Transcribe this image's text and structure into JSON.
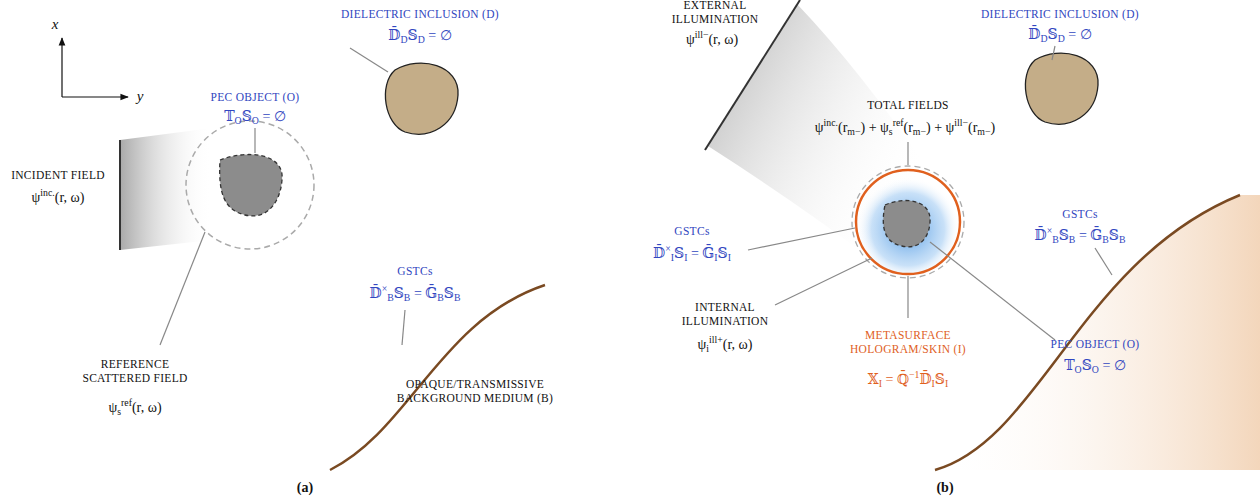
{
  "diagram": {
    "labels": [
      "x",
      "y",
      "DIELECTRIC INCLUSION (D)",
      "𝔻̄D𝕊D = ∅",
      "PEC OBJECT (O)",
      "𝕋O𝕊O = ∅",
      "INCIDENT FIELD",
      "ψinc.(r, ω)",
      "GSTCs",
      "𝔻̄×B𝕊B = 𝔾̄B𝕊B",
      "REFERENCE SCATTERED FIELD",
      "ψsref(r, ω)",
      "OPAQUE/TRANSMISSIVE BACKGROUND MEDIUM (B)",
      "(a)",
      "EXTERNAL ILLUMINATION",
      "ψill−(r, ω)",
      "DIELECTRIC INCLUSION (D)",
      "𝔻̄D𝕊D = ∅",
      "TOTAL FIELDS",
      "ψinc.(rm−) + ψsref(rm−) + ψill−(rm−)",
      "GSTCs",
      "𝔻̄×I𝕊I = 𝔾̄I𝕊I",
      "GSTCs",
      "𝔻̄×B𝕊B = 𝔾̄B𝕊B",
      "INTERNAL ILLUMINATION",
      "ψiill+(r, ω)",
      "METASURFACE HOLOGRAM/SKIN (I)",
      "𝕏I = ℚ̄−1𝔻̄I𝕊I",
      "PEC OBJECT (O)",
      "𝕋O𝕊O = ∅",
      "(b)"
    ]
  }
}
